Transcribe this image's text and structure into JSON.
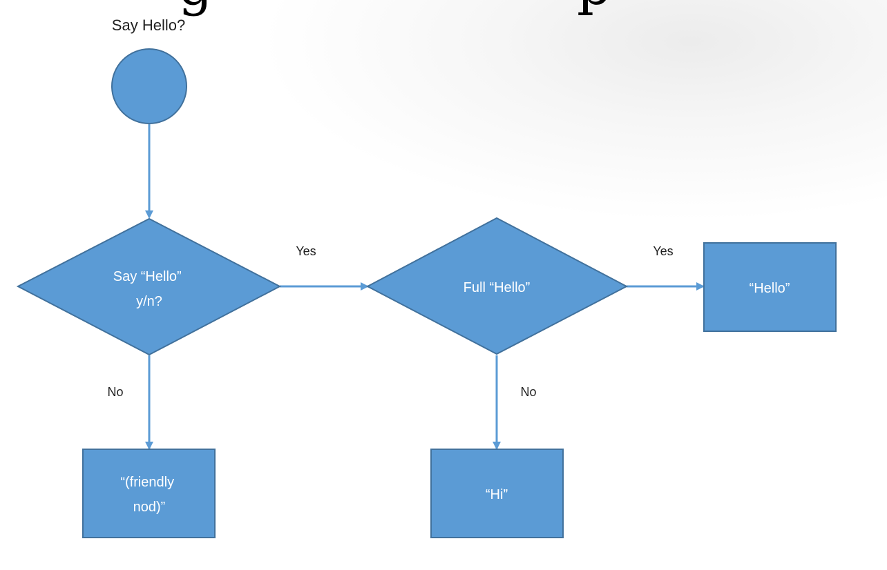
{
  "colors": {
    "node_fill": "#5b9bd5",
    "node_stroke": "#41719c",
    "edge": "#5b9bd5",
    "node_text": "#ffffff",
    "label_text": "#1f1f1f"
  },
  "start_label": "Say Hello?",
  "nodes": {
    "decision_say_hello": [
      "Say “Hello”",
      "y/n?"
    ],
    "decision_full_hello": [
      "Full “Hello”"
    ],
    "result_hello": [
      "“Hello”"
    ],
    "result_nod": [
      "“(friendly",
      "nod)”"
    ],
    "result_hi": [
      "“Hi”"
    ]
  },
  "edges": {
    "say_hello_yes": "Yes",
    "say_hello_no": "No",
    "full_hello_yes": "Yes",
    "full_hello_no": "No"
  }
}
